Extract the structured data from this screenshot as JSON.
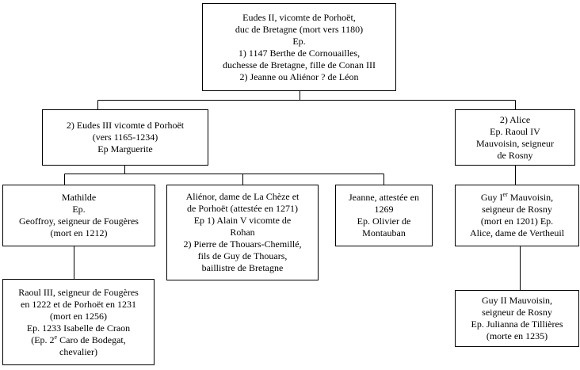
{
  "tree": {
    "root": {
      "lines": [
        "Eudes II, vicomte de Porhoët,",
        "duc de Bretagne  (mort vers 1180)",
        "Ep.",
        "1) 1147 Berthe de Cornouailles,",
        "duchesse de Bretagne, fille de Conan III",
        "2) Jeanne ou Aliénor ? de Léon"
      ]
    },
    "eudes3": {
      "lines": [
        "2) Eudes III vicomte d Porhoët",
        "(vers 1165-1234)",
        "Ep Marguerite"
      ]
    },
    "alice": {
      "lines": [
        "2) Alice",
        "Ep. Raoul IV",
        "Mauvoisin, seigneur",
        "de Rosny"
      ]
    },
    "mathilde": {
      "lines": [
        "Mathilde",
        "Ep.",
        "Geoffroy, seigneur de Fougères",
        "(mort en 1212)"
      ]
    },
    "alienor": {
      "lines": [
        "Aliénor, dame de La Chèze et",
        "de Porhoët (attestée en 1271)",
        "Ep  1) Alain V vicomte de",
        "Rohan",
        "2) Pierre de Thouars-Chemillé,",
        "fils de Guy de Thouars,",
        "baillistre de Bretagne"
      ]
    },
    "jeanne": {
      "lines": [
        "Jeanne, attestée en",
        "1269",
        "Ep. Olivier de",
        "Montauban"
      ]
    },
    "guy1": {
      "name_pre": "Guy I",
      "name_sup": "er",
      "name_post": " Mauvoisin,",
      "lines": [
        "seigneur de Rosny",
        "(mort en 1201) Ep.",
        "Alice, dame de Vertheuil"
      ]
    },
    "raoul3": {
      "lines": [
        "Raoul III, seigneur de Fougères",
        "en 1222 et de Porhoët en 1231",
        "(mort en 1256)",
        "Ep. 1233 Isabelle de Craon"
      ],
      "ep2_pre": "(Ep. 2",
      "ep2_sup": "e",
      "ep2_post": "  Caro de Bodegat,",
      "last": "chevalier)"
    },
    "guy2": {
      "lines": [
        "Guy II  Mauvoisin,",
        "seigneur de Rosny",
        "Ep. Julianna de Tillières",
        "(morte en 1235)"
      ]
    }
  }
}
